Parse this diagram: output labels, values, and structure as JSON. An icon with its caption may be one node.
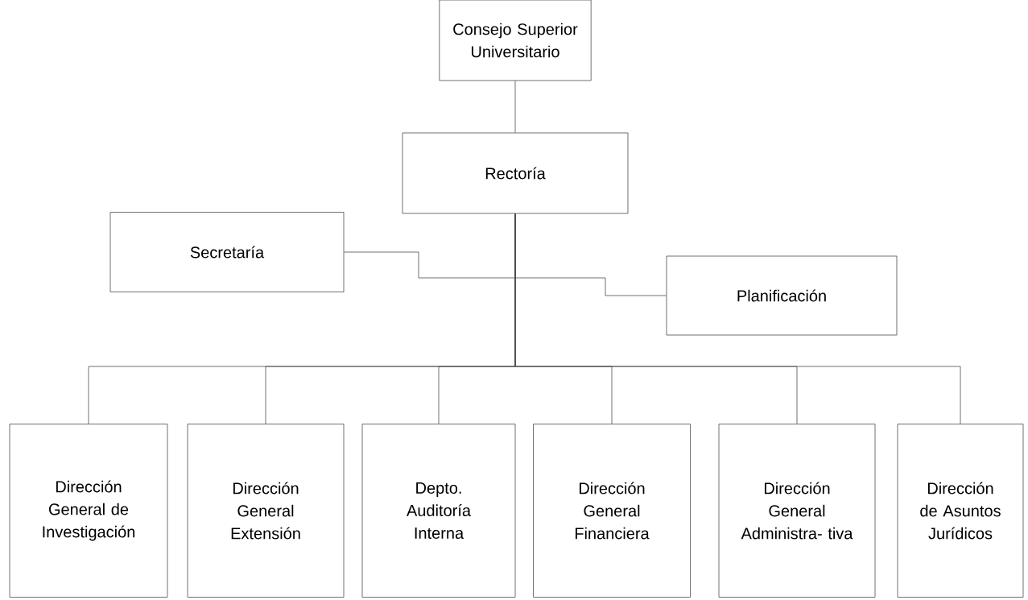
{
  "diagram": {
    "nodes": [
      {
        "text": [
          "Consejo Superior Universitario"
        ]
      },
      {
        "text": [
          "Rectoría"
        ]
      },
      {
        "text": [
          "Secretaría"
        ]
      },
      {
        "text": [
          "Planificación"
        ]
      },
      {
        "text": [
          "Dirección General de Investigación"
        ]
      },
      {
        "text": [
          "Dirección General Extensión"
        ]
      },
      {
        "text": [
          "Depto. Auditoría Interna"
        ]
      },
      {
        "text": [
          "Dirección General Financiera"
        ]
      },
      {
        "text": [
          "Dirección General Administra- tiva"
        ]
      },
      {
        "text": [
          "Dirección de Asuntos Jurídicos"
        ]
      }
    ],
    "edges": [
      {
        "from": 0,
        "to": 1,
        "arrow": "none"
      },
      {
        "from": 1,
        "to": 2,
        "arrow": "none"
      },
      {
        "from": 1,
        "to": 3,
        "arrow": "none"
      },
      {
        "from": 1,
        "to": 4,
        "arrow": "none"
      },
      {
        "from": 1,
        "to": 5,
        "arrow": "none"
      },
      {
        "from": 1,
        "to": 6,
        "arrow": "none"
      },
      {
        "from": 1,
        "to": 7,
        "arrow": "none"
      },
      {
        "from": 1,
        "to": 8,
        "arrow": "none"
      },
      {
        "from": 1,
        "to": 9,
        "arrow": "none"
      }
    ]
  }
}
